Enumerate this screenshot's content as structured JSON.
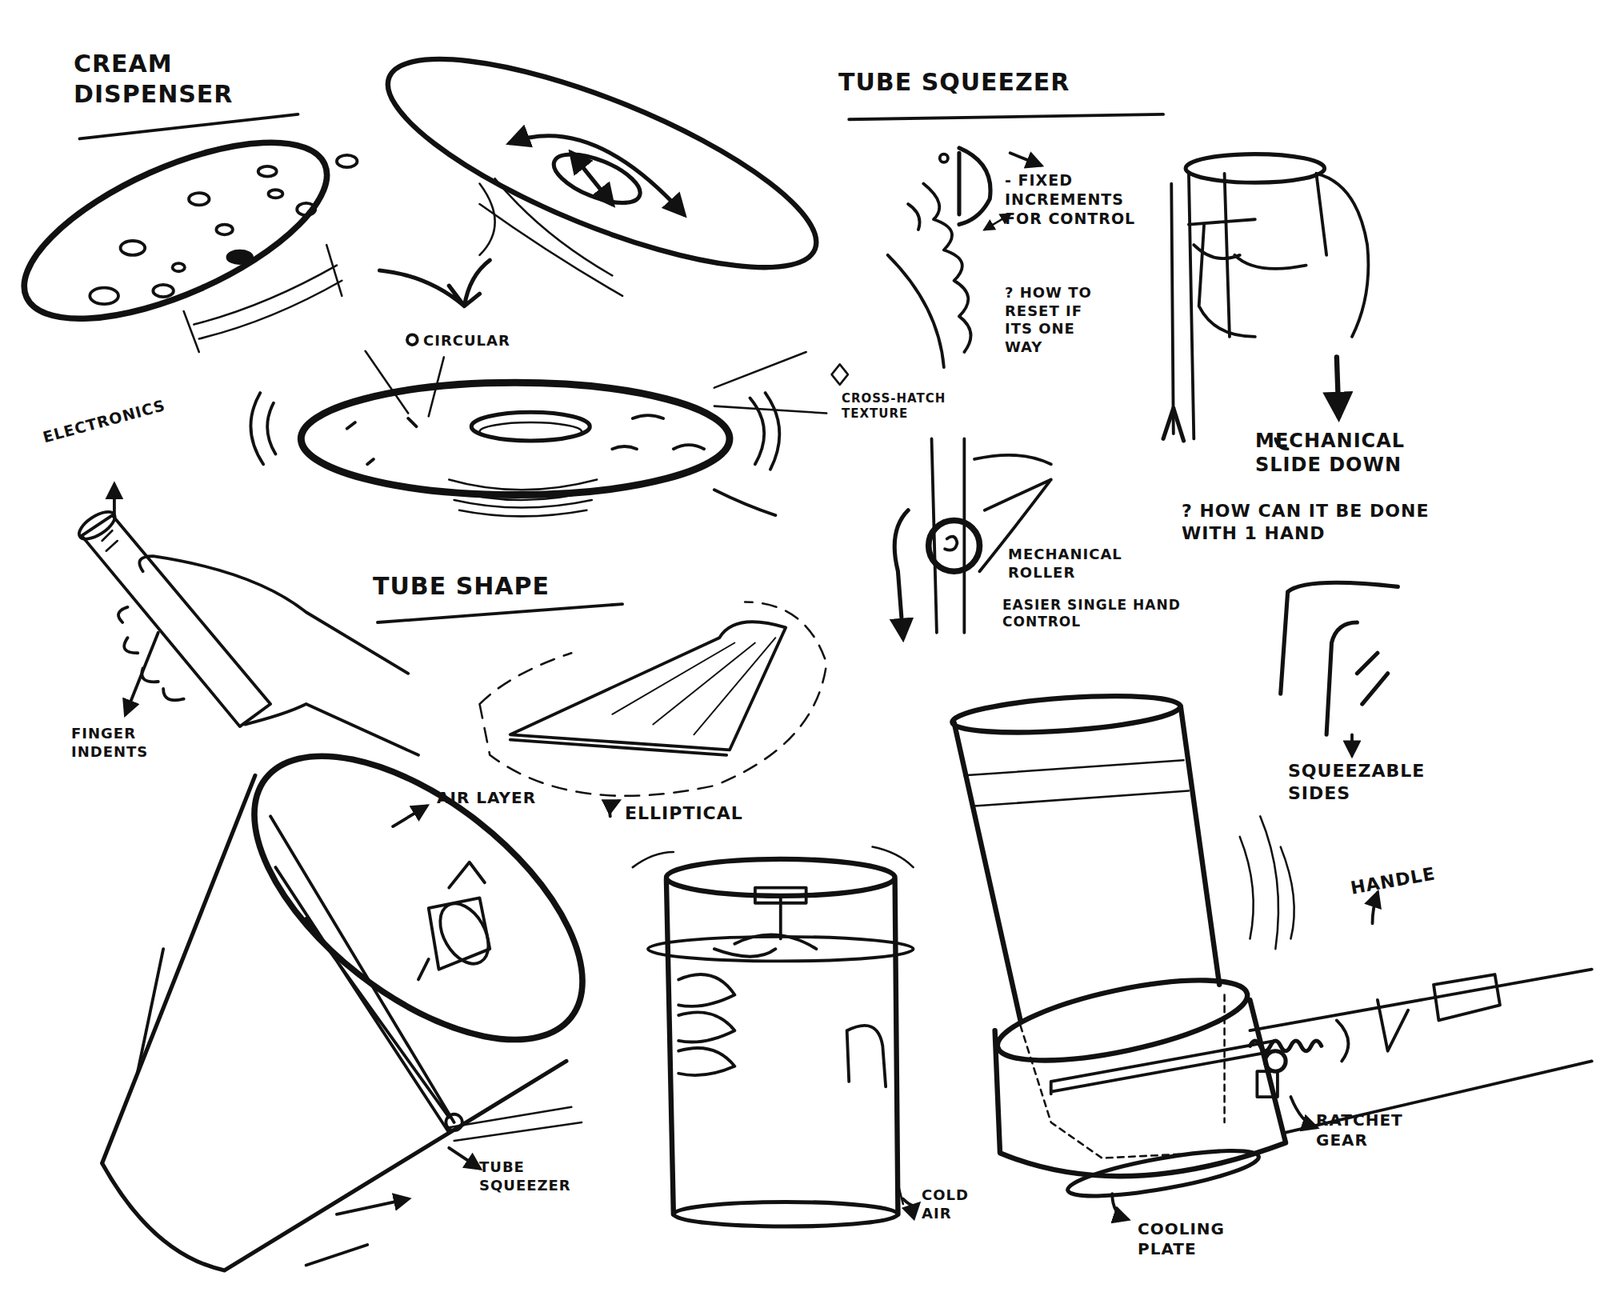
{
  "diagram": {
    "labels": [
      "CREAM DISPENSER",
      "TUBE SQUEEZER",
      "- FIXED INCREMENTS FOR CONTROL",
      "? HOW TO RESET IF ITS ONE WAY",
      "CIRCULAR",
      "CROSS-HATCH TEXTURE",
      "ELECTRONICS",
      "MECHANICAL SLIDE DOWN",
      "? HOW CAN IT BE DONE WITH 1 HAND",
      "MECHANICAL ROLLER",
      "EASIER SINGLE HAND CONTROL",
      "TUBE SHAPE",
      "FINGER INDENTS",
      "ELLIPTICAL",
      "SQUEEZABLE SIDES",
      "AIR LAYER",
      "HANDLE",
      "TUBE SQUEEZER",
      "COLD AIR",
      "RATCHET GEAR",
      "COOLING PLATE"
    ]
  }
}
